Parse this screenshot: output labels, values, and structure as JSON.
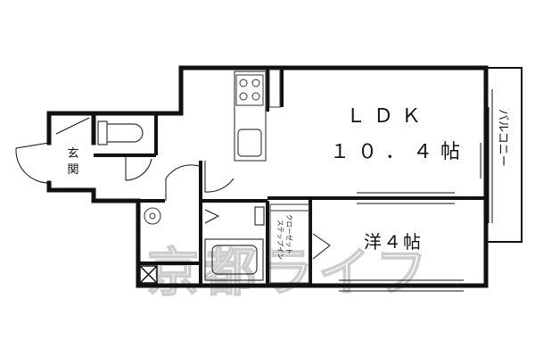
{
  "rooms": {
    "ldk_name": "ＬＤＫ",
    "ldk_size": "１０．４帖",
    "western_name": "洋４帖",
    "entrance_1": "玄",
    "entrance_2": "関",
    "balcony": "バルコニー",
    "closet_1": "クローゼット",
    "closet_2": "ステップイン"
  },
  "watermark": "京都ライフ",
  "colors": {
    "wall": "#111111",
    "fixture": "#444444",
    "watermark": "#bdbdbd",
    "background": "#ffffff"
  }
}
